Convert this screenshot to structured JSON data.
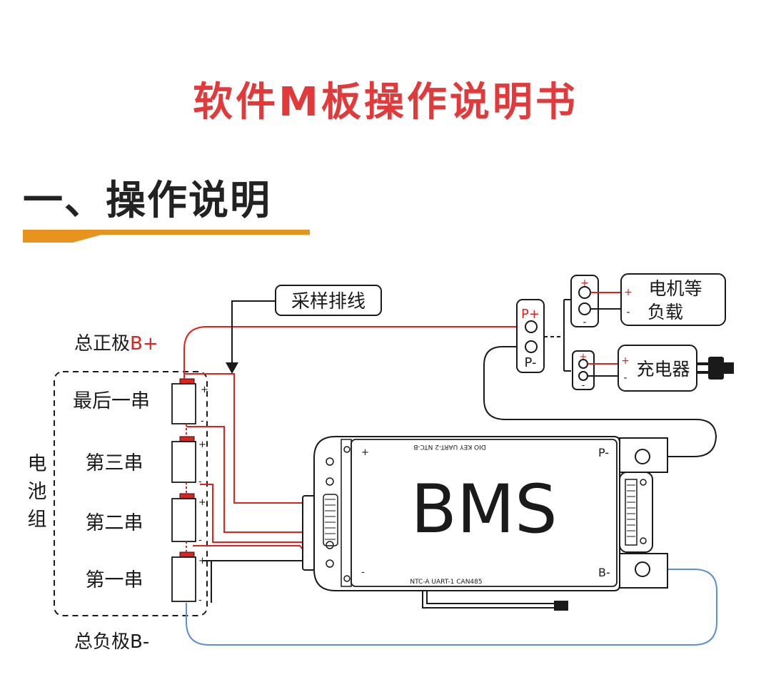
{
  "title": "软件M板操作说明书",
  "section": {
    "title": "一、操作说明"
  },
  "colors": {
    "title": "#e2393b",
    "accent": "#e8941c",
    "red_wire": "#e3201b",
    "blue_wire": "#5b8fd6",
    "black": "#1a1a1a"
  },
  "labels": {
    "sampling_harness": "采样排线",
    "total_pos": "总正极",
    "total_pos_b": "B+",
    "total_neg": "总负极B-",
    "battery_pack": [
      "电",
      "池",
      "组"
    ],
    "cells": [
      "最后一串",
      "第三串",
      "第二串",
      "第一串"
    ],
    "plus": "+",
    "minus": "-",
    "p_plus": "P+",
    "p_minus": "P-",
    "load_line1": "电机等",
    "load_line2": "负载",
    "charger": "充电器",
    "bms": "BMS",
    "bms_top_ports": "DIO   KEY   UART-2   NTC-B",
    "bms_bottom_ports": "NTC-A   UART-1   CAN485",
    "bms_p_minus": "P-",
    "bms_b_minus": "B-",
    "bms_plus": "+",
    "bms_minus": "-"
  }
}
